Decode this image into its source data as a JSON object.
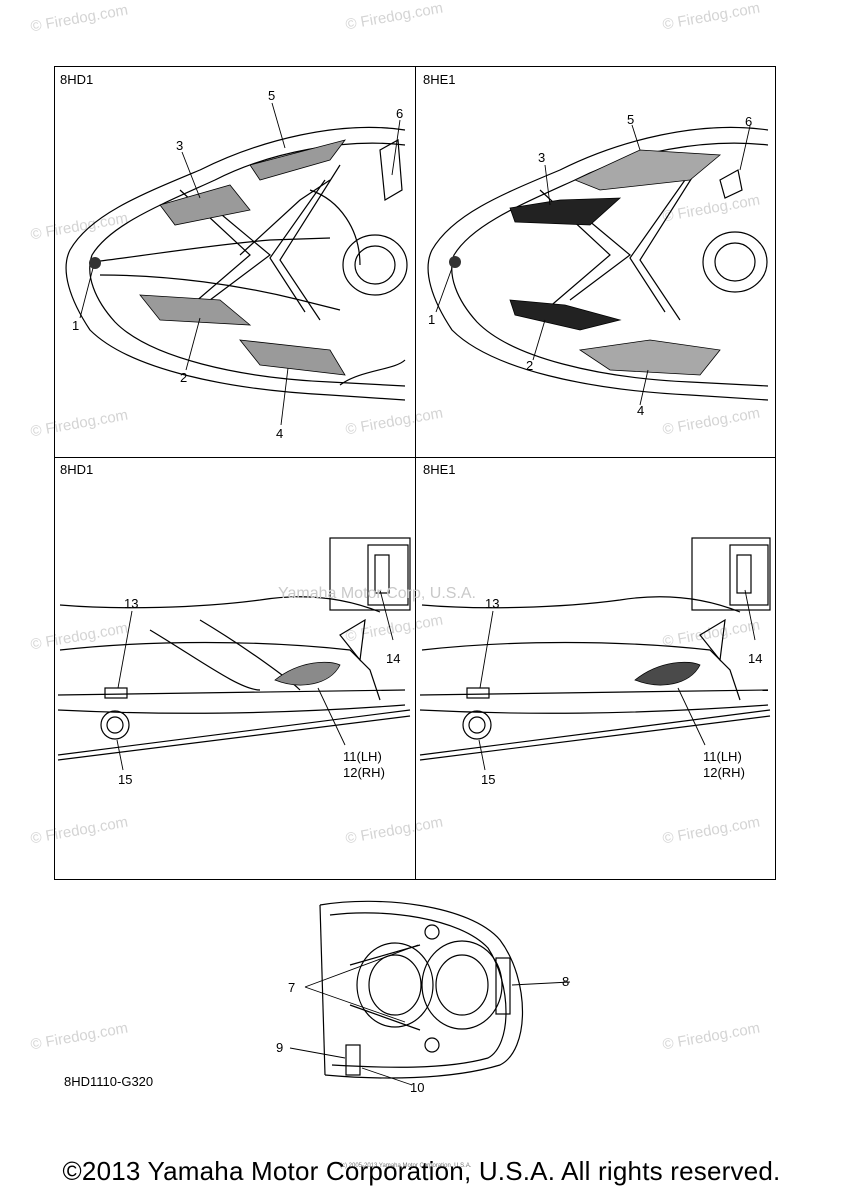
{
  "panels": {
    "top_left": {
      "code": "8HD1"
    },
    "top_right": {
      "code": "8HE1"
    },
    "mid_left": {
      "code": "8HD1"
    },
    "mid_right": {
      "code": "8HE1"
    }
  },
  "callouts": {
    "c1": "1",
    "c2": "2",
    "c3": "3",
    "c4": "4",
    "c5": "5",
    "c6": "6",
    "c7": "7",
    "c8": "8",
    "c9": "9",
    "c10": "10",
    "c11": "11(LH)",
    "c12": "12(RH)",
    "c13": "13",
    "c14": "14",
    "c15": "15"
  },
  "figure_code": "8HD1110-G320",
  "watermark": "© Firedog.com",
  "center_watermark": "Yamaha Motor Corp, U.S.A.",
  "footer": "©2013 Yamaha Motor Corporation, U.S.A. All rights reserved.",
  "fine_print": "(c) 2005-2013 Yamaha Motor Corporation, U.S.A."
}
